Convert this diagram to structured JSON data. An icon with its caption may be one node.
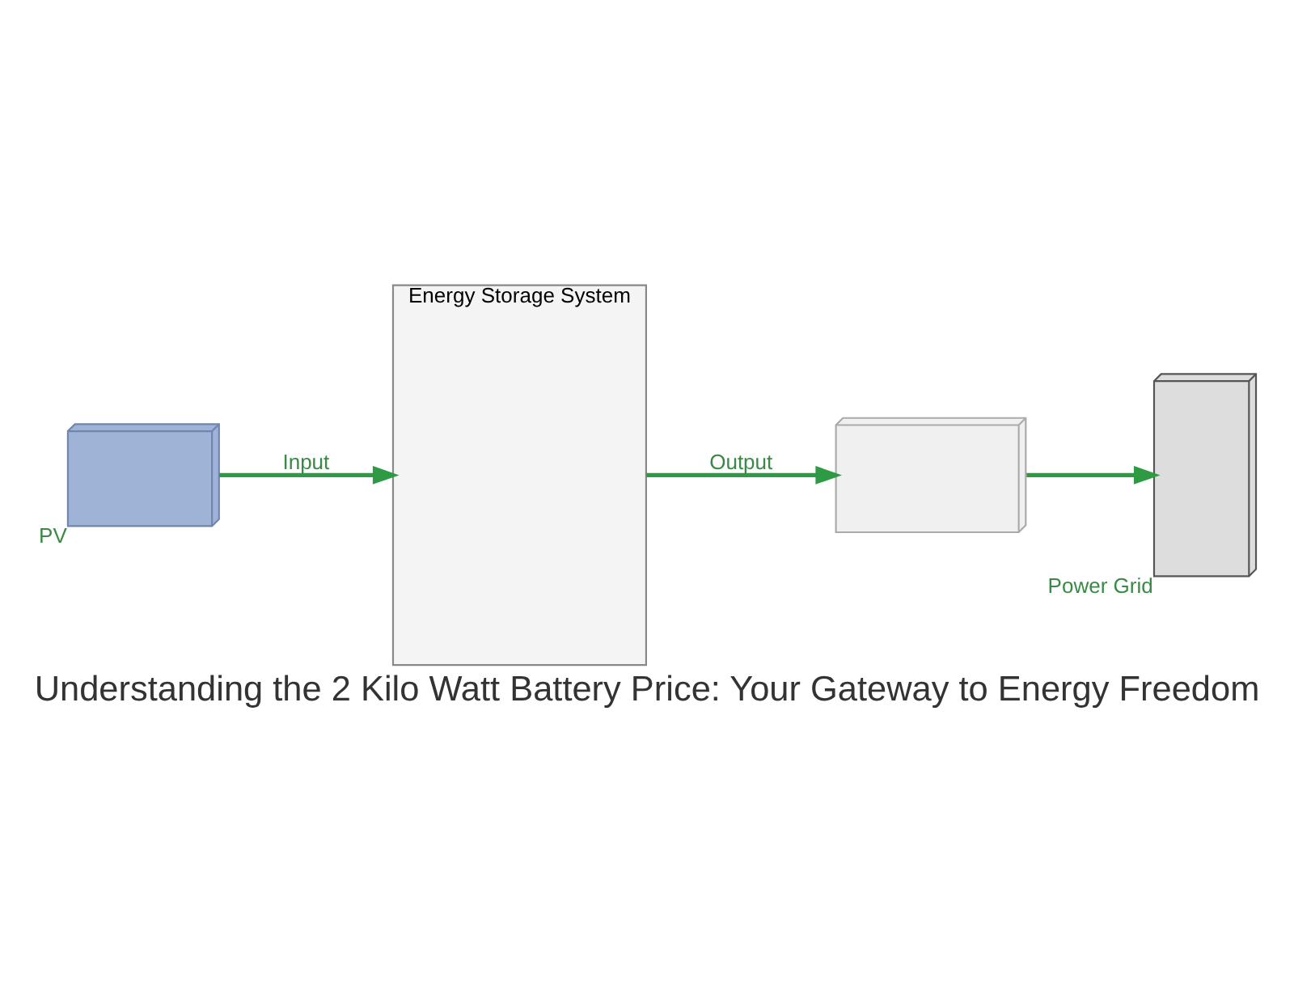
{
  "diagram": {
    "title": "Understanding the 2 Kilo Watt Battery Price: Your Gateway to Energy Freedom",
    "nodes": [
      {
        "text": [],
        "shape": "picture",
        "beside": [
          "PV"
        ]
      },
      {
        "text": [
          "Energy Storage System"
        ]
      },
      {
        "text": [],
        "shape": "picture"
      },
      {
        "text": [],
        "shape": "picture",
        "beside": [
          "Power Grid"
        ]
      }
    ],
    "edges": [
      {
        "from": 0,
        "to": 1,
        "arrow": "to",
        "label": "Input"
      },
      {
        "from": 1,
        "to": 2,
        "arrow": "to",
        "label": "Output"
      },
      {
        "from": 2,
        "to": 3,
        "arrow": "to"
      }
    ]
  }
}
